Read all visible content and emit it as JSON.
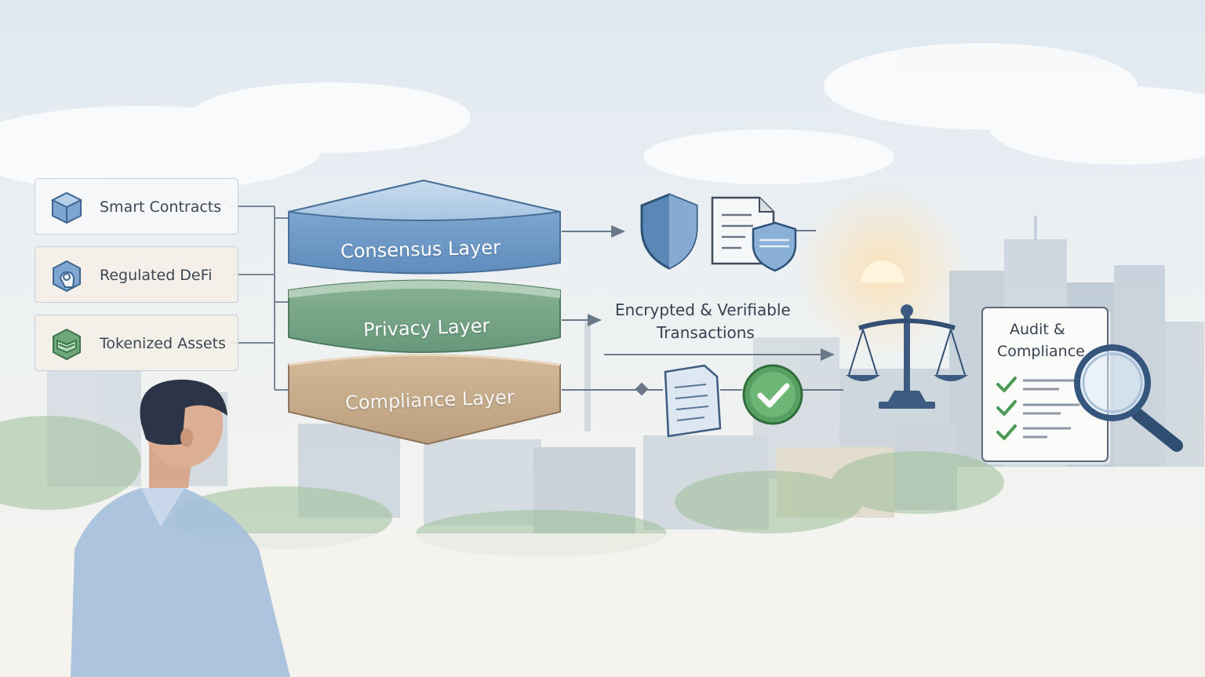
{
  "sources": [
    {
      "label": "Smart Contracts",
      "icon": "cube-icon"
    },
    {
      "label": "Regulated DeFi",
      "icon": "hexagon-hand-icon"
    },
    {
      "label": "Tokenized Assets",
      "icon": "hexagon-token-icon"
    }
  ],
  "layers": {
    "consensus": "Consensus Layer",
    "privacy": "Privacy Layer",
    "compliance": "Compliance Layer"
  },
  "flow": {
    "encrypted_line1": "Encrypted & Verifiable",
    "encrypted_line2": "Transactions"
  },
  "audit": {
    "title_line1": "Audit &",
    "title_line2": "Compliance"
  },
  "colors": {
    "consensus": "#6d98c4",
    "privacy": "#6f9f7a",
    "compliance": "#c5a989",
    "shield": "#5b87b6",
    "check": "#58a062",
    "scale": "#3d5a80"
  }
}
